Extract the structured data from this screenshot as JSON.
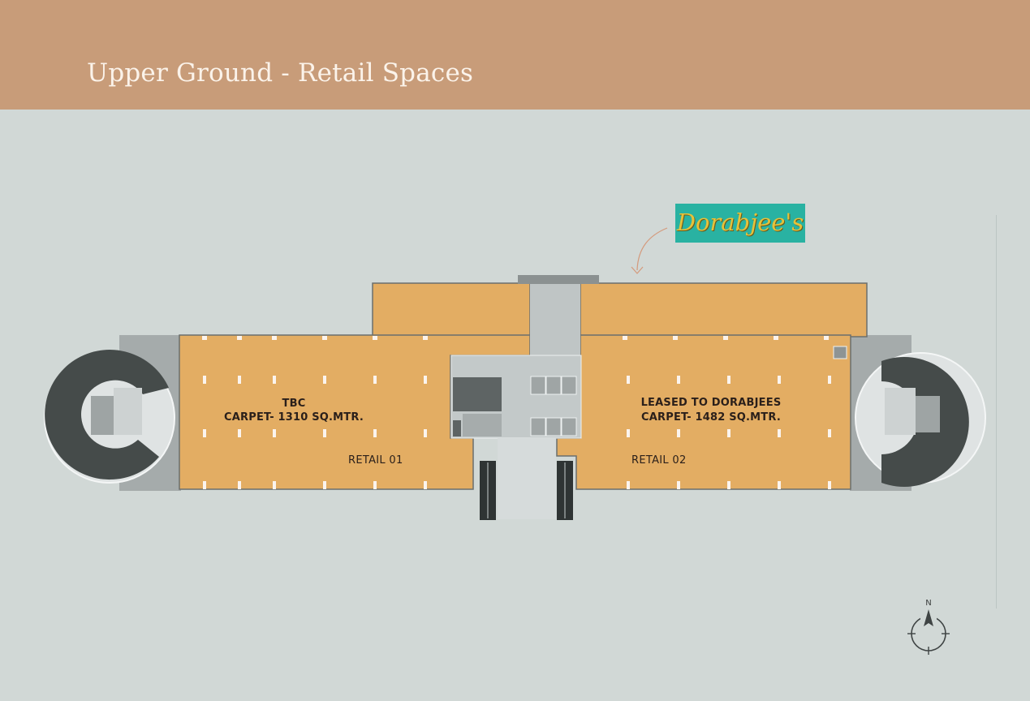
{
  "header": {
    "title": "Upper Ground - Retail Spaces",
    "background_color": "#c89c79"
  },
  "floor_plan": {
    "retail_units": [
      {
        "name": "RETAIL 01",
        "status": "TBC",
        "area": "CARPET- 1310 SQ.MTR.",
        "color": "#e2ac62"
      },
      {
        "name": "RETAIL 02",
        "status": "LEASED TO DORABJEES",
        "area": "CARPET- 1482 SQ.MTR.",
        "color": "#e2ac62"
      }
    ],
    "tenant_logo": {
      "text": "Dorabjee's",
      "background_color": "#29b2a2",
      "text_color": "#e6c13a"
    },
    "ramp_color": "#464c4b",
    "core_color": "#bcc3c3"
  },
  "compass": {
    "north_label": "N"
  }
}
